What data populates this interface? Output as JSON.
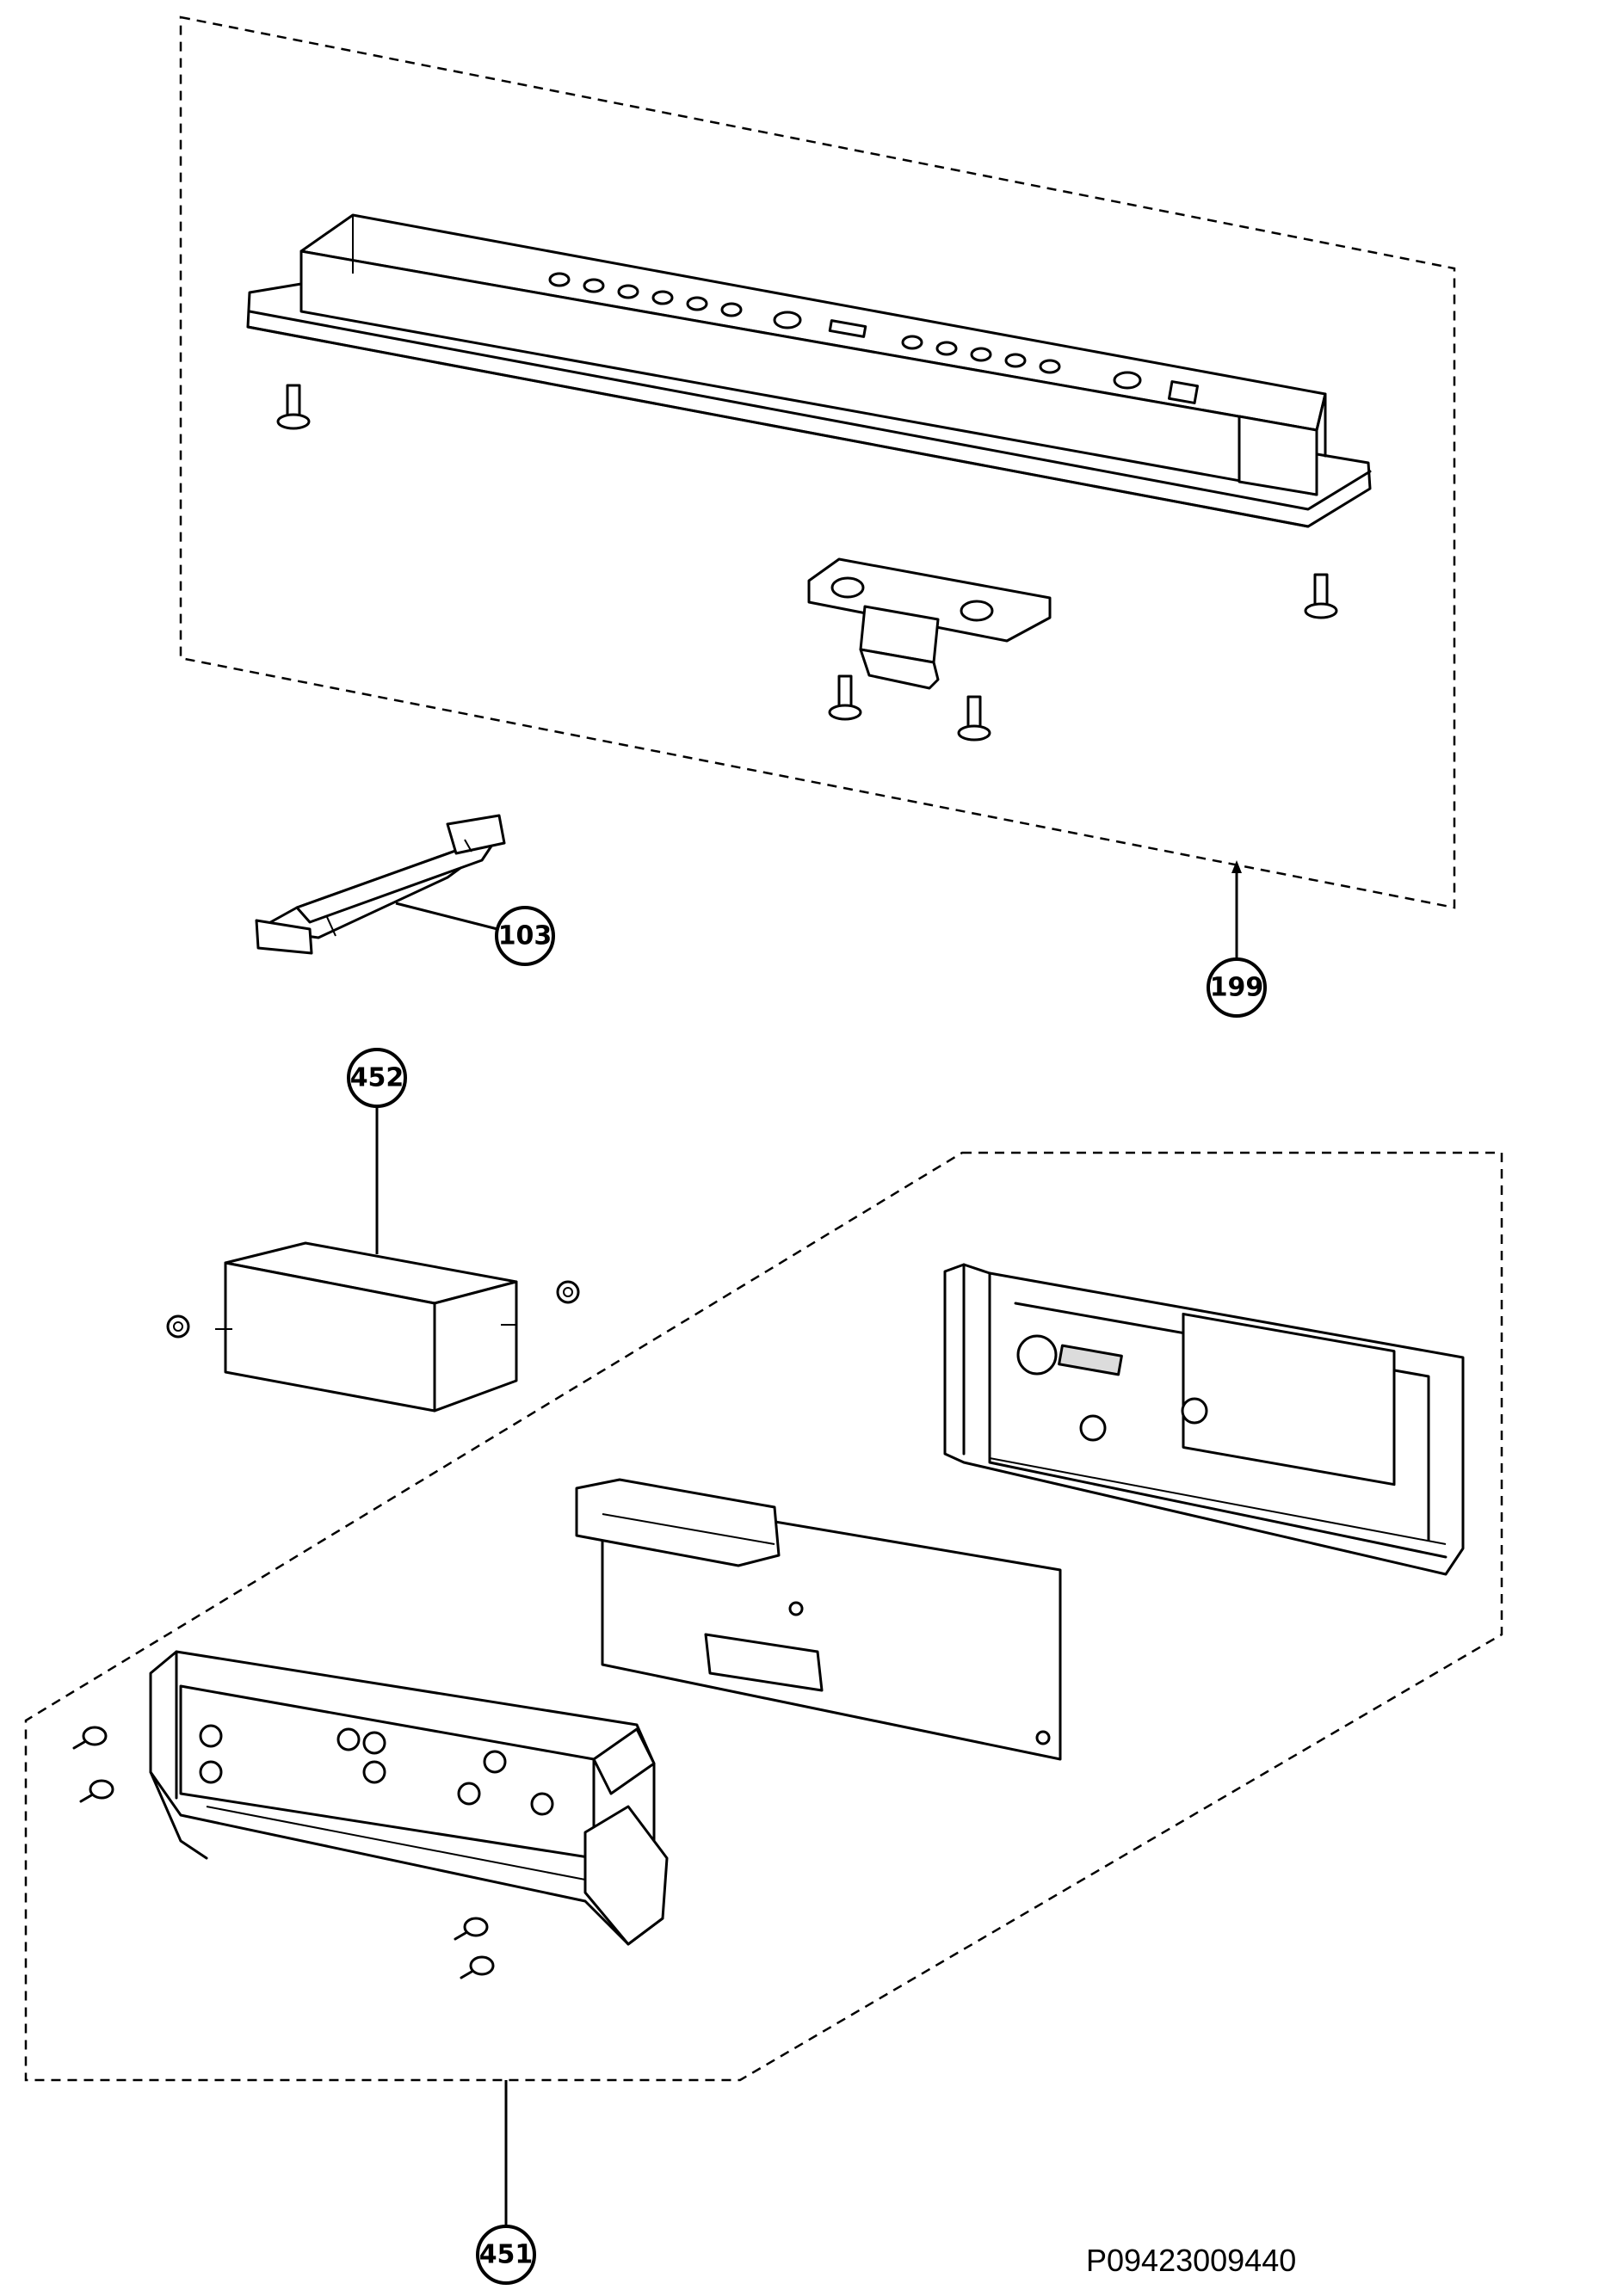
{
  "callouts": {
    "c103": "103",
    "c199": "199",
    "c452": "452",
    "c451": "451"
  },
  "drawing_code": "P09423009440"
}
